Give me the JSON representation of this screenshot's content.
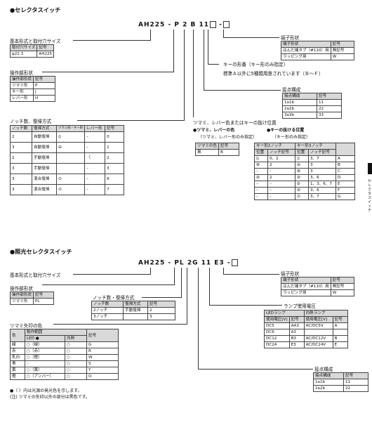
{
  "sec1": {
    "title": "●セレクタスイッチ",
    "code": {
      "base": "AH225",
      "dash1": "-",
      "p": "P",
      "two": "2",
      "b": "B",
      "num": "11",
      "dash2": "-"
    },
    "base_label": "基本形式と取付穴サイズ",
    "base_table": {
      "headers": [
        "取付穴サイズ",
        "記号"
      ],
      "rows": [
        [
          "φ22.3",
          "AH225"
        ]
      ]
    },
    "op_label": "操作部形状",
    "op_table": {
      "headers": [
        "操作部形状",
        "記号"
      ],
      "rows": [
        [
          "ツマミ形",
          "P"
        ],
        [
          "キー形",
          "J"
        ],
        [
          "レバー形",
          "H"
        ]
      ]
    },
    "notch_label": "ノッチ数、復帰方式",
    "notch_table": {
      "headers": [
        "ノッチ数",
        "復帰方式",
        "ツマミ形・キー形",
        "レバー形",
        "記号"
      ],
      "rows": [
        [
          "2",
          "自動復帰",
          "",
          "–",
          "0"
        ],
        [
          "3",
          "自動復帰",
          "",
          "–",
          "1"
        ],
        [
          "2",
          "手動復帰",
          "",
          "",
          "2"
        ],
        [
          "3",
          "手動復帰",
          "",
          "–",
          "3"
        ],
        [
          "3",
          "混合復帰",
          "",
          "–",
          "6"
        ],
        [
          "3",
          "混合復帰",
          "",
          "–",
          "7"
        ]
      ]
    },
    "terminal_label": "端子形状",
    "terminal_table": {
      "headers": [
        "端子形状",
        "記号"
      ],
      "rows": [
        [
          "はんだ端タブ（#110）用",
          "無記号"
        ],
        [
          "ラッピング用",
          "W"
        ]
      ]
    },
    "key_label": "キーの形番（キー形のみ指定）",
    "key_note": "標準Ａ以外に5種類用意されています（Ｂ～Ｆ）",
    "contact_label": "接点構成",
    "contact_table": {
      "headers": [
        "接点構成",
        "記号"
      ],
      "rows": [
        [
          "1a1b",
          "11"
        ],
        [
          "2a2b",
          "22"
        ],
        [
          "3a3b",
          "33"
        ]
      ]
    },
    "color_label": "ツマミ、レバー色またはキーの抜け位置",
    "color_sub1": "●ツマミ、レバーの色",
    "color_sub1b": "（ツマミ、レバー形のみ指定）",
    "color_sub2": "●キーの抜ける位置",
    "color_sub2b": "（キー形のみ指定）",
    "color_table": {
      "headers": [
        "ツマミの色",
        "記号"
      ],
      "rows": [
        [
          "黒",
          "B"
        ]
      ]
    },
    "keypos_table": {
      "top": [
        "キー形2ノッチ",
        "キー形3ノッチ"
      ],
      "headers": [
        "位置",
        "ノッチ記号",
        "位置",
        "ノッチ記号"
      ],
      "rows": [
        [
          "",
          "0、2",
          "",
          "3、7",
          "A"
        ],
        [
          "",
          "2",
          "",
          "3",
          "B"
        ],
        [
          "–",
          "–",
          "",
          "3",
          "C"
        ],
        [
          "",
          "2",
          "",
          "3、6",
          "D"
        ],
        [
          "–",
          "–",
          "",
          "1、3、6、7",
          "E"
        ],
        [
          "–",
          "–",
          "",
          "3、6",
          "F"
        ],
        [
          "–",
          "–",
          "",
          "3、7",
          "G"
        ]
      ]
    }
  },
  "sec2": {
    "title": "●照光セレクタスイッチ",
    "code": {
      "base": "AH225",
      "dash1": "-",
      "pl": "PL",
      "two": "2",
      "g": "G",
      "num": "11",
      "e": "E",
      "three": "3",
      "dash2": "-"
    },
    "base_label": "基本形式と取付穴サイズ",
    "op_label": "操作部形状",
    "op_table": {
      "headers": [
        "操作部形状",
        "記号"
      ],
      "rows": [
        [
          "ツマミ形",
          "PL"
        ]
      ]
    },
    "notch_label": "ノッチ数・復帰方式",
    "notch_table": {
      "headers": [
        "ノッチ数",
        "復帰方式",
        "記号"
      ],
      "rows": [
        [
          "2ノッチ",
          "手動復帰",
          "2"
        ],
        [
          "3ノッチ",
          "",
          "3"
        ]
      ]
    },
    "arrow_label": "ツマミ矢印の色",
    "arrow_table": {
      "headers": [
        "色",
        "製作範囲",
        "",
        "記号"
      ],
      "sub": [
        "LED ●",
        "白熱"
      ],
      "rows": [
        [
          "緑",
          "○（緑）",
          "○",
          "G"
        ],
        [
          "赤",
          "○（赤）",
          "○",
          "R"
        ],
        [
          "乳白",
          "○（橙）",
          "○",
          "W"
        ],
        [
          "青",
          "–",
          "○",
          "S"
        ],
        [
          "黄",
          "○（黄）",
          "○",
          "Y"
        ],
        [
          "橙",
          "○（アンバー）",
          "○",
          "O"
        ]
      ]
    },
    "note1": "●（ ）内は光源の発光色を示します。",
    "note2": "(注) ツマミの矢印以外の部分は黒色です。",
    "terminal_label": "端子形状",
    "terminal_table": {
      "headers": [
        "端子形状",
        "記号"
      ],
      "rows": [
        [
          "はんだ端タブ（#110）用",
          "無記号"
        ],
        [
          "ラッピング用",
          "W"
        ]
      ]
    },
    "lamp_label": "ランプ使用電圧",
    "lamp_table": {
      "group": [
        "LEDランプ",
        "白熱ランプ"
      ],
      "headers": [
        "使用電圧[V]",
        "記号",
        "使用電圧[V]",
        "記号"
      ],
      "rows": [
        [
          "DC5",
          "AA3",
          "AC/DC5V",
          "A"
        ],
        [
          "DC6",
          "A3",
          "",
          ""
        ],
        [
          "DC12",
          "B3",
          "AC/DC12V",
          "B"
        ],
        [
          "DC24",
          "E3",
          "AC/DC24V",
          "E"
        ]
      ]
    },
    "contact_label": "接点構成",
    "contact_table": {
      "headers": [
        "接点構成",
        "記号"
      ],
      "rows": [
        [
          "1a1b",
          "11"
        ],
        [
          "2a2b",
          "22"
        ]
      ]
    }
  },
  "edge_text": "セレクタスイッチ"
}
